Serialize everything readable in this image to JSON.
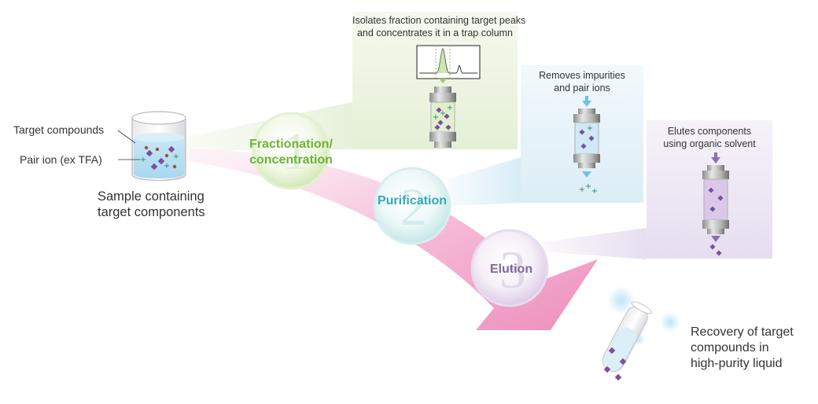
{
  "sample": {
    "label_target": "Target compounds",
    "label_pair": "Pair ion (ex TFA)",
    "caption_line1": "Sample containing",
    "caption_line2": "target components"
  },
  "steps": [
    {
      "number": "1",
      "label_line1": "Fractionation/",
      "label_line2": "concentration",
      "color": "#6fb13b"
    },
    {
      "number": "2",
      "label_line1": "Purification",
      "label_line2": "",
      "color": "#37a9b6"
    },
    {
      "number": "3",
      "label_line1": "Elution",
      "label_line2": "",
      "color": "#7f6a9c"
    }
  ],
  "panels": {
    "fractionation": {
      "line1": "Isolates fraction containing target peaks",
      "line2": "and concentrates it in a trap column",
      "bg": "#e9f2dc"
    },
    "purification": {
      "line1": "Removes impurities",
      "line2": "and pair ions",
      "bg": "#e3f1f8"
    },
    "elution": {
      "line1": "Elutes components",
      "line2": "using organic solvent",
      "bg": "#ece6f2"
    }
  },
  "recovery": {
    "line1": "Recovery of target",
    "line2": "compounds in",
    "line3": "high-purity liquid"
  },
  "colors": {
    "arrow_pink": "#f2a9cc",
    "compound_purple": "#7b4f9e",
    "pair_ion_green": "#2f8a55"
  }
}
